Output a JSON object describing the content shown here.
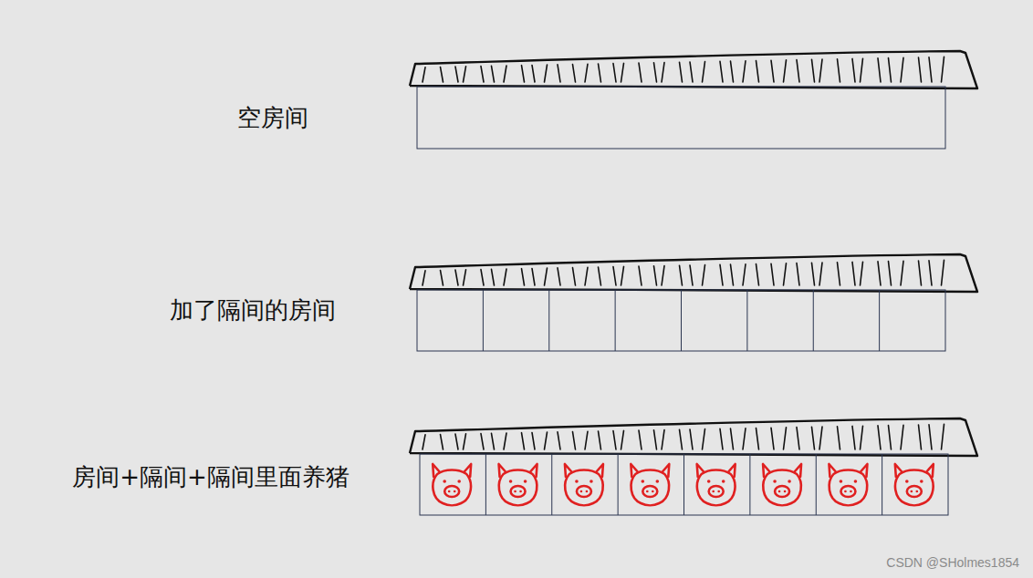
{
  "diagram": {
    "labels": [
      "空房间",
      "加了隔间的房间",
      "房间+隔间+隔间里面养猪",
      "CSDN @SHolmes1854"
    ]
  }
}
